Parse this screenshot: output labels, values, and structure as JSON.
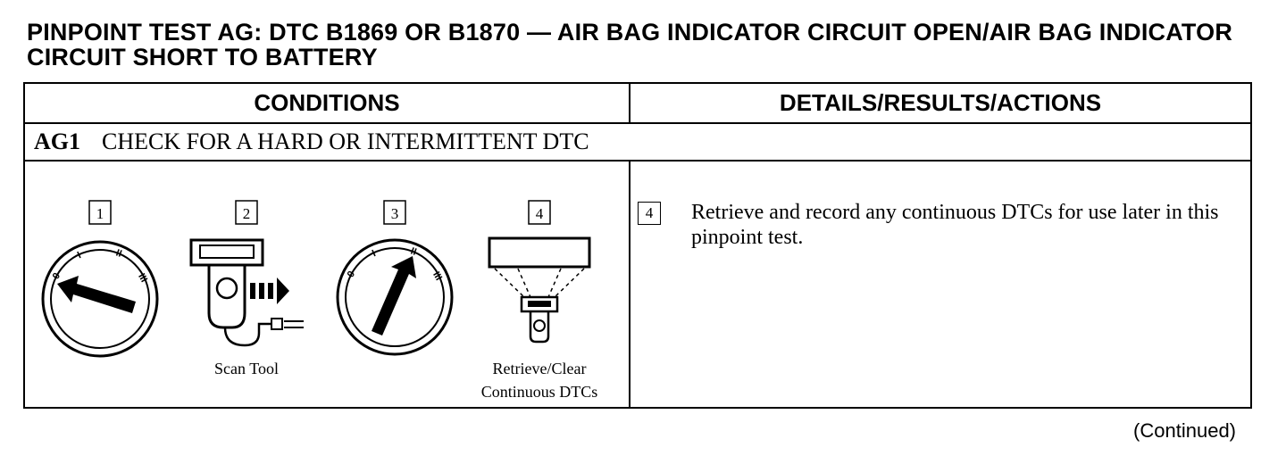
{
  "title": "PINPOINT TEST AG: DTC B1869 OR B1870 — AIR BAG INDICATOR CIRCUIT OPEN/AIR BAG INDICATOR CIRCUIT SHORT TO BATTERY",
  "table": {
    "headers": {
      "conditions": "CONDITIONS",
      "details": "DETAILS/RESULTS/ACTIONS"
    },
    "step": {
      "id": "AG1",
      "title": "CHECK FOR A HARD OR INTERMITTENT DTC"
    },
    "illustrations": {
      "labels": [
        "1",
        "2",
        "3",
        "4"
      ],
      "scan_tool_caption": "Scan Tool",
      "retrieve_caption_line1": "Retrieve/Clear",
      "retrieve_caption_line2": "Continuous DTCs",
      "ignition_positions": [
        "0",
        "I",
        "II",
        "III"
      ]
    },
    "action": {
      "number": "4",
      "text": "Retrieve and record any continuous DTCs for use later in this pinpoint test."
    }
  },
  "footer": {
    "continued": "(Continued)"
  }
}
